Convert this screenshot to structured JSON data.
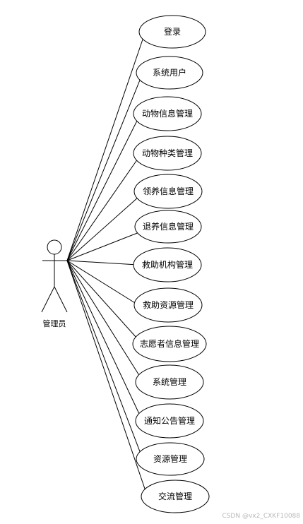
{
  "actor": {
    "label": "管理员"
  },
  "use_cases": [
    {
      "label": "登录"
    },
    {
      "label": "系统用户"
    },
    {
      "label": "动物信息管理"
    },
    {
      "label": "动物种类管理"
    },
    {
      "label": "领养信息管理"
    },
    {
      "label": "退养信息管理"
    },
    {
      "label": "救助机构管理"
    },
    {
      "label": "救助资源管理"
    },
    {
      "label": "志愿者信息管理"
    },
    {
      "label": "系统管理"
    },
    {
      "label": "通知公告管理"
    },
    {
      "label": "资源管理"
    },
    {
      "label": "交流管理"
    }
  ],
  "watermark": "CSDN @vx2_CXKF10088",
  "colors": {
    "stroke": "#000000",
    "background": "#ffffff",
    "watermark": "#b8b8b8"
  }
}
